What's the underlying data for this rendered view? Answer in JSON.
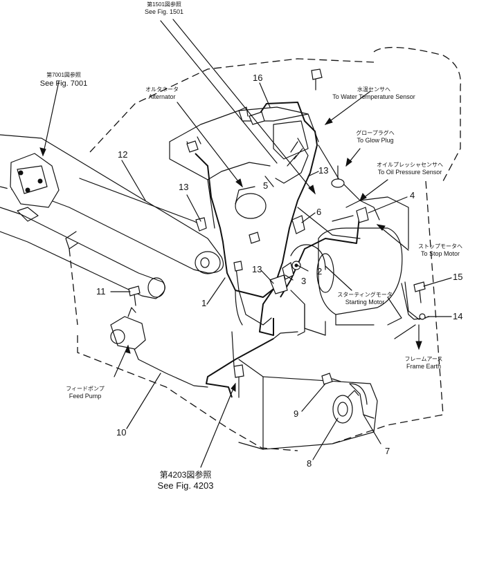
{
  "references": {
    "fig1501": {
      "jp": "第1501図参照",
      "en": "See Fig. 1501"
    },
    "fig7001": {
      "jp": "第7001図参照",
      "en": "See Fig. 7001"
    },
    "fig4203": {
      "jp": "第4203図参照",
      "en": "See Fig. 4203"
    }
  },
  "destinations": {
    "alternator": {
      "jp": "オルタネータ",
      "en": "Alternator"
    },
    "water_temp_sensor": {
      "jp": "水温センサへ",
      "en": "To Water Temperature Sensor"
    },
    "glow_plug": {
      "jp": "グロープラグへ",
      "en": "To Glow Plug"
    },
    "oil_pressure_sensor": {
      "jp": "オイルプレッシャセンサへ",
      "en": "To Oil Pressure Sensor"
    },
    "stop_motor": {
      "jp": "ストップモータへ",
      "en": "To Stop Motor"
    },
    "starting_motor": {
      "jp": "スターティングモータ",
      "en": "Starting Motor"
    },
    "frame_earth": {
      "jp": "フレームアース",
      "en": "Frame Earth"
    },
    "feed_pump": {
      "jp": "フィードポンプ",
      "en": "Feed Pump"
    }
  },
  "callouts": {
    "c1": "1",
    "c2": "2",
    "c3": "3",
    "c4": "4",
    "c5": "5",
    "c6": "6",
    "c7": "7",
    "c8": "8",
    "c9": "9",
    "c10": "10",
    "c11": "11",
    "c12": "12",
    "c13a": "13",
    "c13b": "13",
    "c13c": "13",
    "c14": "14",
    "c15": "15",
    "c16": "16"
  }
}
